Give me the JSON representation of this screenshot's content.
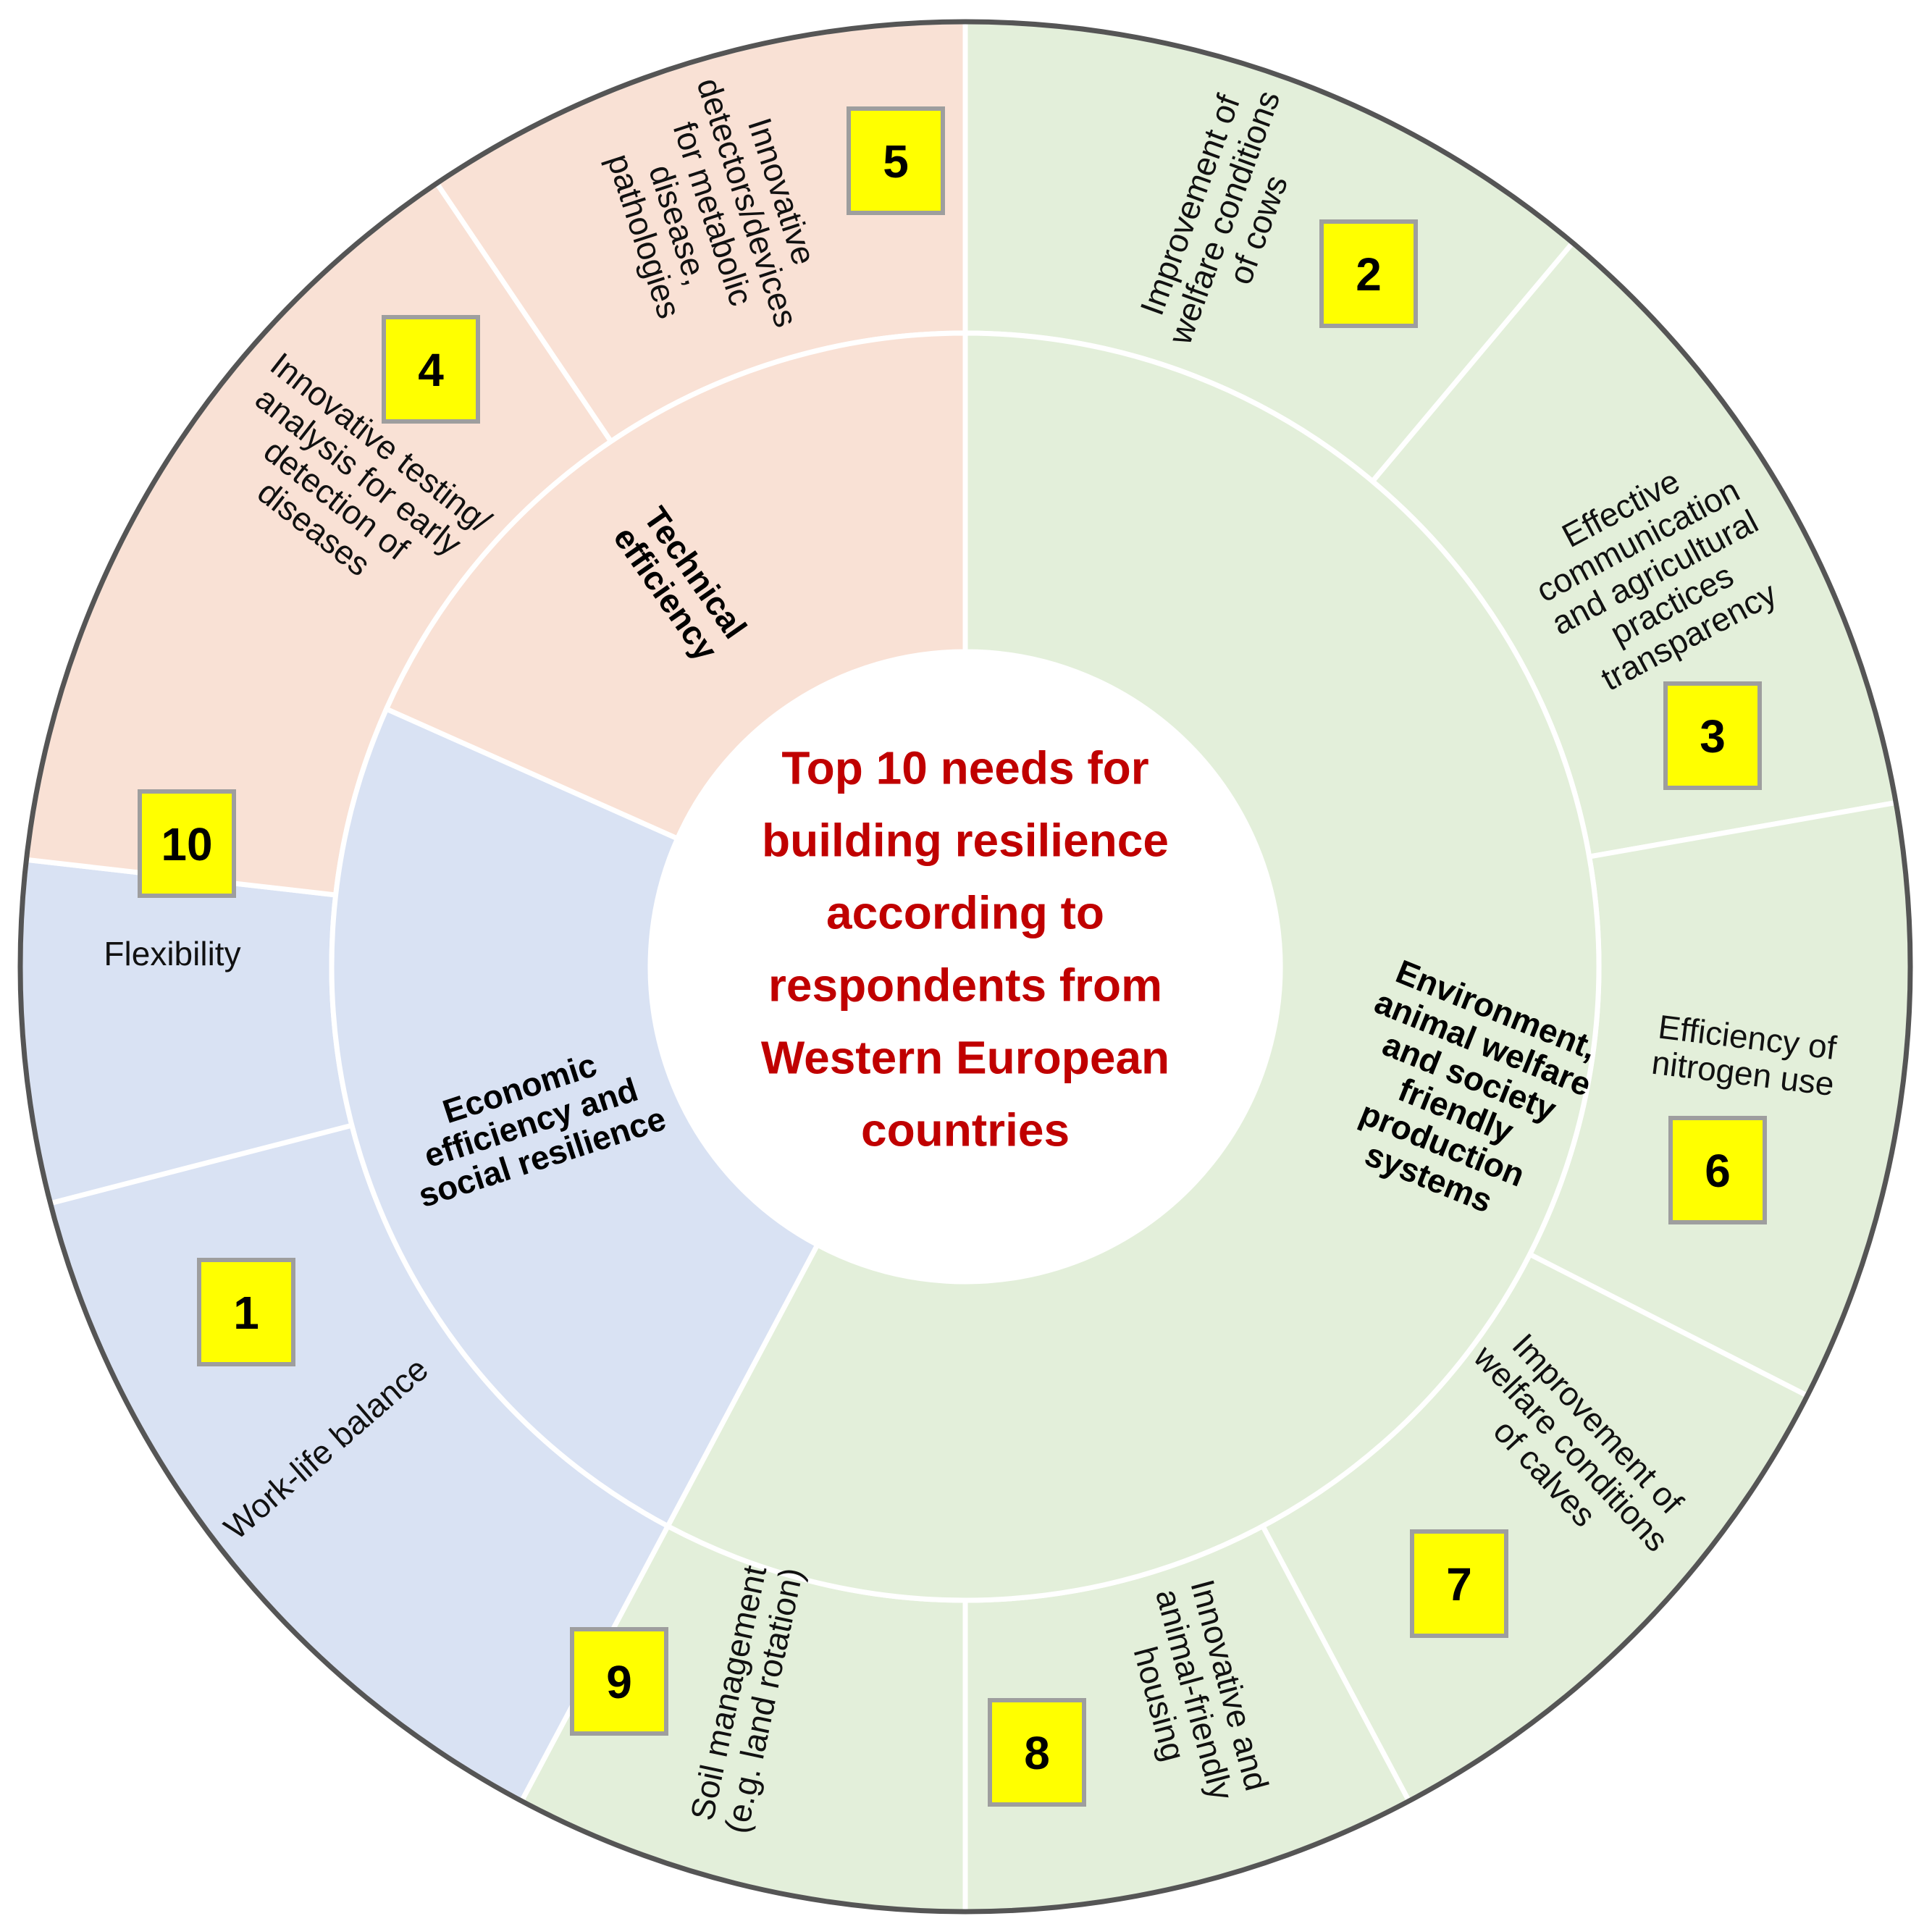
{
  "title_lines": [
    "Top 10 needs for",
    "building resilience",
    "according to",
    "respondents from",
    "Western European",
    "countries"
  ],
  "colors": {
    "title": "#c00000",
    "technical": "#f9e1d5",
    "economic": "#d9e2f3",
    "environment": "#e3efda",
    "badge": "#ffff00",
    "rim": "#555555"
  },
  "categories": [
    {
      "id": "environment",
      "lines": [
        "Environment,",
        "animal welfare",
        "and society",
        "friendly",
        "production",
        "systems"
      ],
      "color": "#e3efda"
    },
    {
      "id": "economic",
      "lines": [
        "Economic",
        "efficiency and",
        "social resilience"
      ],
      "color": "#d9e2f3"
    },
    {
      "id": "technical",
      "lines": [
        "Technical",
        "efficiency"
      ],
      "color": "#f9e1d5"
    }
  ],
  "needs": [
    {
      "rank": "2",
      "category": "environment",
      "lines": [
        "Improvement of",
        "welfare conditions",
        "of cows"
      ]
    },
    {
      "rank": "3",
      "category": "environment",
      "lines": [
        "Effective",
        "communication",
        "and agricultural",
        "practices",
        "transparency"
      ]
    },
    {
      "rank": "6",
      "category": "environment",
      "lines": [
        "Efficiency of",
        "nitrogen use"
      ]
    },
    {
      "rank": "7",
      "category": "environment",
      "lines": [
        "Improvement of",
        "welfare conditions",
        "of calves"
      ]
    },
    {
      "rank": "8",
      "category": "environment",
      "lines": [
        "Innovative and",
        "animal-friendly",
        "housing"
      ]
    },
    {
      "rank": "9",
      "category": "environment",
      "lines": [
        "Soil management",
        "(e.g. land rotation)"
      ]
    },
    {
      "rank": "1",
      "category": "economic",
      "lines": [
        "Work-life balance"
      ]
    },
    {
      "rank": "10",
      "category": "economic",
      "lines": [
        "Flexibility"
      ]
    },
    {
      "rank": "4",
      "category": "technical",
      "lines": [
        "Innovative testing/",
        "analysis for early",
        "detection of",
        "diseases"
      ]
    },
    {
      "rank": "5",
      "category": "technical",
      "lines": [
        "Innovative",
        "detectors/devices",
        "for metabolic",
        "disease,",
        "pathologies"
      ]
    }
  ]
}
